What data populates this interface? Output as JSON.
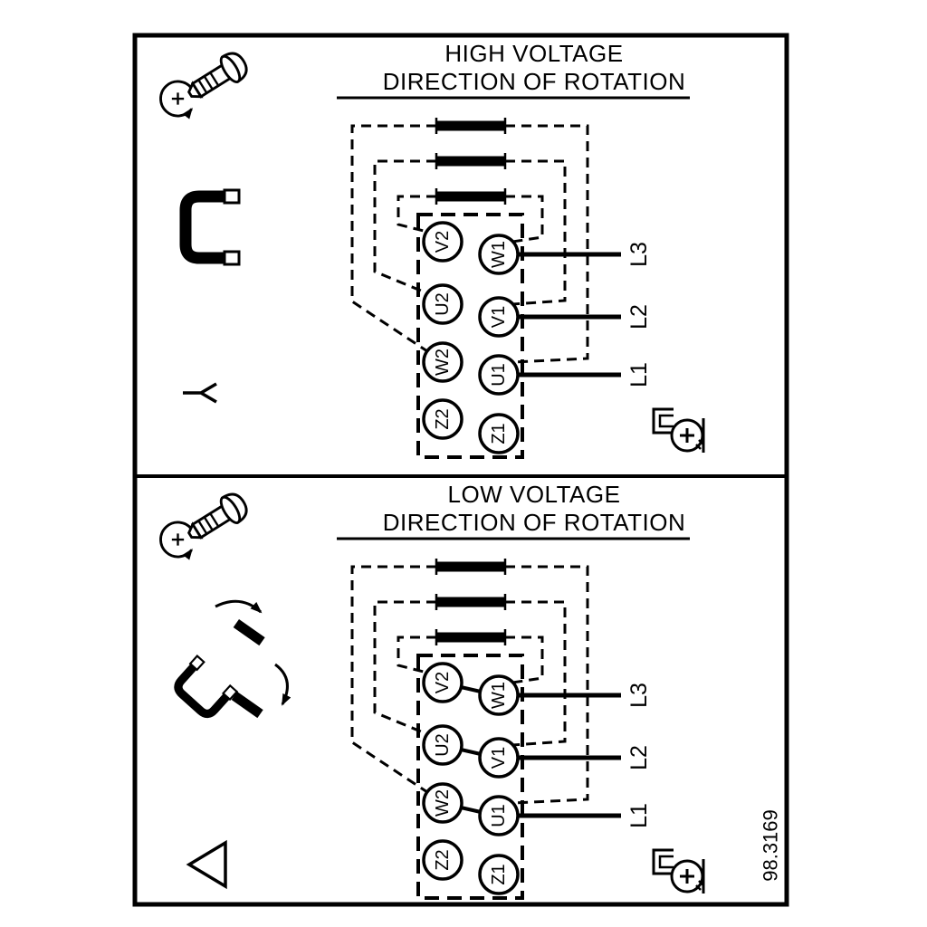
{
  "figure": {
    "number": "98.3169"
  },
  "colors": {
    "ink": "#000000",
    "background": "#ffffff"
  },
  "panels": {
    "high": {
      "title_line1": "HIGH VOLTAGE",
      "title_line2": "DIRECTION OF ROTATION",
      "connection": "star",
      "terminals_left": [
        "V2",
        "U2",
        "W2",
        "Z2"
      ],
      "terminals_right": [
        "W1",
        "V1",
        "U1",
        "Z1"
      ],
      "supply_lines": [
        "L3",
        "L2",
        "L1"
      ],
      "jumper_count": 3
    },
    "low": {
      "title_line1": "LOW VOLTAGE",
      "title_line2": "DIRECTION OF ROTATION",
      "connection": "delta",
      "terminals_left": [
        "V2",
        "U2",
        "W2",
        "Z2"
      ],
      "terminals_right": [
        "W1",
        "V1",
        "U1",
        "Z1"
      ],
      "supply_lines": [
        "L3",
        "L2",
        "L1"
      ],
      "jumper_count": 3
    }
  },
  "icons": {
    "rotation_screw": "screw-with-rotation-arrow",
    "jumper_staple": "terminal-jumper-link",
    "star_symbol": "star-connection-symbol",
    "delta_symbol": "delta-connection-symbol",
    "terminal_clamp": "terminal-screw-clamp"
  }
}
